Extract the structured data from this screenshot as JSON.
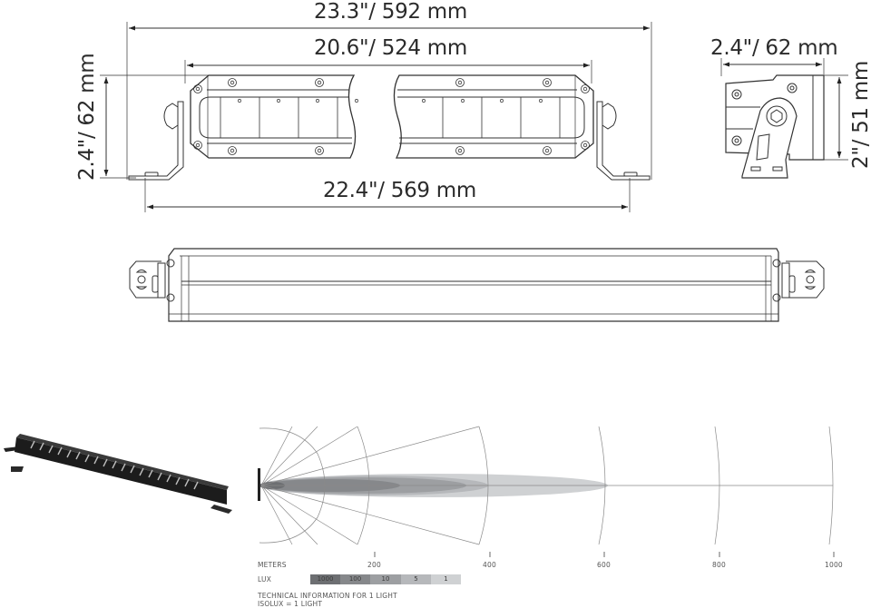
{
  "front_view": {
    "overall_width": "23.3\"/ 592 mm",
    "lens_width": "20.6\"/ 524 mm",
    "mount_spacing": "22.4\"/ 569 mm",
    "height": "2.4\"/ 62 mm"
  },
  "side_view": {
    "depth": "2.4\"/ 62 mm",
    "body_height": "2\"/ 51 mm"
  },
  "product_photo": {
    "alt": "LED light bar product photo"
  },
  "beam_chart": {
    "axis_label": "METERS",
    "ticks": [
      "200",
      "400",
      "600",
      "800",
      "1000"
    ],
    "lux_label": "LUX",
    "lux_legend": [
      {
        "value": "1000",
        "color": "#6d6f72"
      },
      {
        "value": "100",
        "color": "#86888b"
      },
      {
        "value": "10",
        "color": "#9d9fa2"
      },
      {
        "value": "5",
        "color": "#b6b8bb"
      },
      {
        "value": "1",
        "color": "#cfd1d3"
      }
    ],
    "footnote_1": "TECHNICAL INFORMATION FOR 1 LIGHT",
    "footnote_2": "ISOLUX = 1 LIGHT"
  },
  "chart_data": {
    "type": "isolux",
    "title": "",
    "xlabel": "METERS",
    "x_ticks": [
      200,
      400,
      600,
      800,
      1000
    ],
    "xlim": [
      0,
      1000
    ],
    "series": [
      {
        "name": "1000 lux",
        "reach_m": 30
      },
      {
        "name": "100 lux",
        "reach_m": 240
      },
      {
        "name": "10 lux",
        "reach_m": 370
      },
      {
        "name": "5 lux",
        "reach_m": 390
      },
      {
        "name": "1 lux",
        "reach_m": 605
      }
    ],
    "legend": [
      "1000",
      "100",
      "10",
      "5",
      "1"
    ],
    "notes": [
      "TECHNICAL INFORMATION FOR 1 LIGHT",
      "ISOLUX = 1 LIGHT"
    ]
  }
}
